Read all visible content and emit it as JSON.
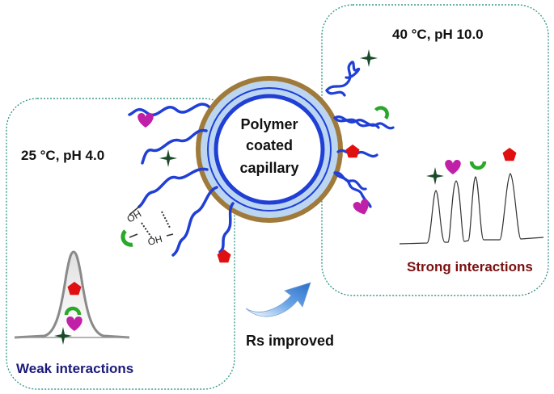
{
  "left_panel": {
    "condition": "25 °C, pH 4.0",
    "caption": "Weak interactions",
    "hydroxyl_labels": [
      "OH",
      "OH"
    ]
  },
  "right_panel": {
    "condition": "40 °C, pH 10.0",
    "caption": "Strong interactions"
  },
  "capillary": {
    "line1": "Polymer",
    "line2": "coated",
    "line3": "capillary"
  },
  "arrow": {
    "caption": "Rs improved"
  },
  "colors": {
    "panel_border": "#3a9a8a",
    "polymer_chain": "#1f3fd6",
    "capillary_outer": "#a07a3a",
    "capillary_inner": "#bcd6f2",
    "capillary_ring": "#1f3fd6",
    "caption_weak": "#1a1a7a",
    "caption_strong": "#7a1010",
    "star": "#1a4a2a",
    "heart": "#c020a8",
    "arc": "#2aa82a",
    "pentagon": "#e01010"
  }
}
